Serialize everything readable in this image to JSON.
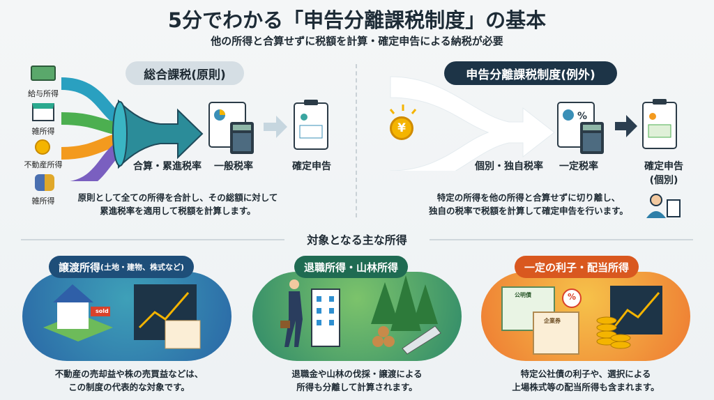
{
  "title": "5分でわかる「申告分離課税制度」の基本",
  "subtitle": "他の所得と合算せずに税額を計算・確定申告による納税が必要",
  "left": {
    "heading": "総合課税(原則)",
    "incomes": [
      "給与所得",
      "雑所得",
      "不動産所得",
      "雑所得"
    ],
    "steps": [
      "合算・累進税率",
      "一般税率",
      "確定申告"
    ],
    "description": [
      "原則として全ての所得を合計し、その総額に対して",
      "累進税率を適用して税額を計算します。"
    ]
  },
  "right": {
    "heading": "申告分離課税制度(例外)",
    "steps": [
      "個別・独自税率",
      "一定税率",
      "確定申告",
      "(個別)"
    ],
    "description": [
      "特定の所得を他の所得と合算せずに切り離し、",
      "独自の税率で税額を計算して確定申告を行います。"
    ],
    "coin_symbol": "¥"
  },
  "section_heading": "対象となる主な所得",
  "cards": [
    {
      "label": "譲渡所得",
      "label_sub": "(土地・建物、株式など)",
      "sign": "sold",
      "description": [
        "不動産の売却益や株の売買益などは、",
        "この制度の代表的な対象です。"
      ],
      "color": "#2f7fa8"
    },
    {
      "label": "退職所得・山林所得",
      "description": [
        "退職金や山林の伐採・譲渡による",
        "所得も分離して計算されます。"
      ],
      "color": "#3f9a5e"
    },
    {
      "label": "一定の利子・配当所得",
      "cert1": "公明債",
      "cert2": "企業券",
      "percent": "%",
      "description": [
        "特定公社債の利子や、選択による",
        "上場株式等の配当所得も含まれます。"
      ],
      "color": "#f0952f"
    }
  ]
}
